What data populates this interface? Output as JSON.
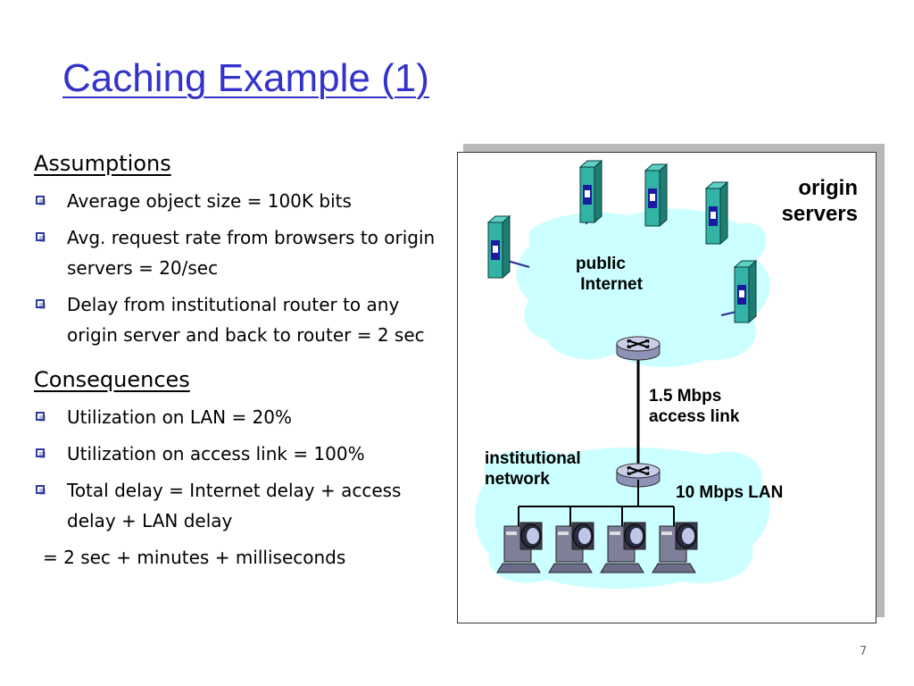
{
  "slide": {
    "title": "Caching Example (1)",
    "page_number": "7"
  },
  "assumptions": {
    "heading": "Assumptions",
    "items": [
      "Average object size = 100K bits",
      "Avg. request rate from browsers to origin servers = 20/sec",
      "Delay from institutional router to any origin server and back to router = 2 sec"
    ]
  },
  "consequences": {
    "heading": "Consequences",
    "items": [
      "Utilization on LAN = 20%",
      "Utilization on access link = 100%",
      "Total delay   = Internet delay + access delay + LAN delay"
    ],
    "equation": "=  2 sec + minutes + milliseconds"
  },
  "diagram": {
    "origin_servers_label": "origin\nservers",
    "public_internet_label": "public\n Internet",
    "access_link_label": "1.5 Mbps\naccess link",
    "institutional_network_label": "institutional\nnetwork",
    "lan_label": "10 Mbps LAN",
    "colors": {
      "cloud": "#ccffff",
      "server_body": "#33b3a6",
      "link": "#2a2a99",
      "router": "#c9cde8",
      "title": "#3333cc",
      "bullet": "#2e3b9e"
    }
  }
}
